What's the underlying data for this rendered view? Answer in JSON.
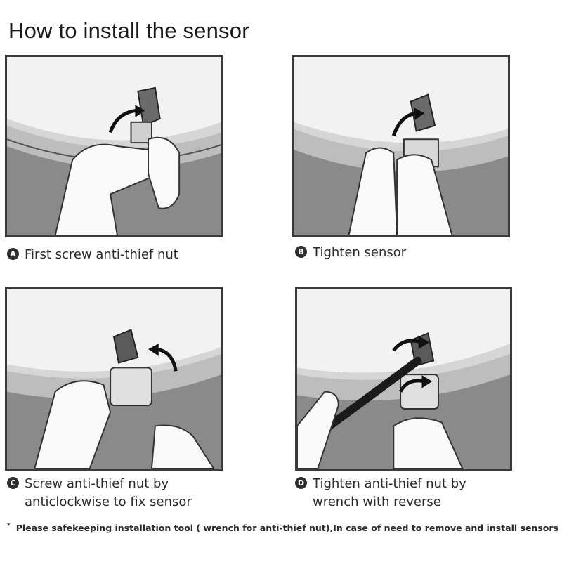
{
  "title": "How to install the sensor",
  "steps": [
    {
      "badge": "A",
      "text": "First screw anti-thief nut"
    },
    {
      "badge": "B",
      "text": "Tighten sensor"
    },
    {
      "badge": "C",
      "line1": "Screw anti-thief nut by",
      "line2": "anticlockwise to fix sensor"
    },
    {
      "badge": "D",
      "line1": "Tighten anti-thief nut by",
      "line2": "wrench with reverse"
    }
  ],
  "note": {
    "marker": "*",
    "text": "Please safekeeping installation tool ( wrench for anti-thief nut),In case of need to remove and install sensors"
  }
}
